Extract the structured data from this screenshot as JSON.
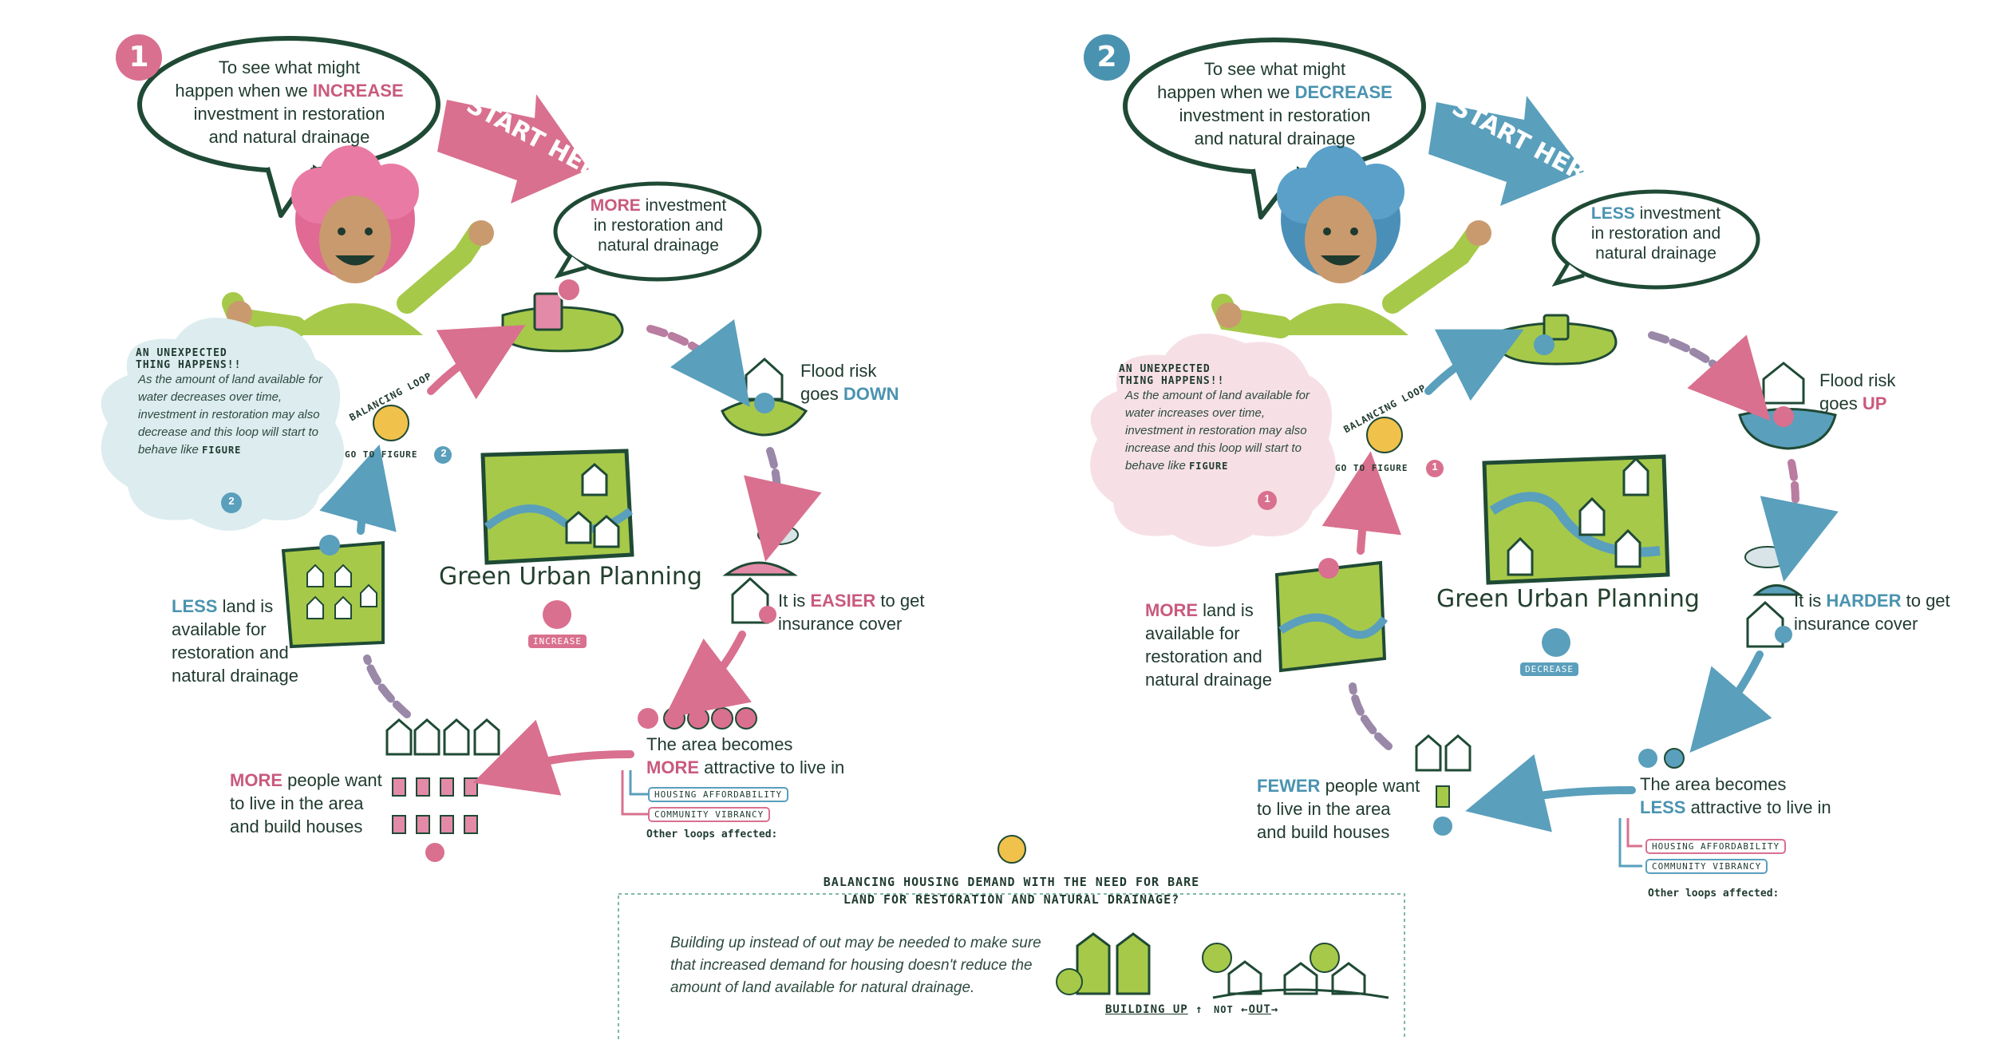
{
  "colors": {
    "pink": "#d9708f",
    "blue": "#5a9fbc",
    "green": "#a6c94a",
    "dark_green": "#1f4a35",
    "cloud_blue": "#dcecef",
    "cloud_pink": "#f6e0e6"
  },
  "panel1": {
    "number": "1",
    "speech": {
      "l1": "To see what might",
      "l2_pre": "happen when we",
      "l2_key": "INCREASE",
      "l3": "investment in restoration",
      "l4": "and natural drainage"
    },
    "start_label": "START HERE",
    "bubble2": {
      "key": "MORE",
      "l1_rest": "investment",
      "l2": "in restoration and",
      "l3": "natural drainage"
    },
    "flood": {
      "l1": "Flood risk",
      "l2_pre": "goes",
      "l2_key": "DOWN"
    },
    "insurance": {
      "l1_pre": "It is",
      "l1_key": "EASIER",
      "l1_post": "to get",
      "l2": "insurance cover"
    },
    "attractive": {
      "l1": "The area becomes",
      "l2_key": "MORE",
      "l2_post": "attractive to live in"
    },
    "tags": {
      "housing": "HOUSING AFFORDABILITY",
      "community": "COMMUNITY VIBRANCY",
      "other": "Other loops affected:"
    },
    "people": {
      "key": "MORE",
      "l1_post": "people want",
      "l2": "to live in the area",
      "l3": "and build houses"
    },
    "land": {
      "key": "LESS",
      "l1_post": "land is",
      "l2": "available for",
      "l3": "restoration and",
      "l4": "natural drainage"
    },
    "loop": {
      "label": "BALANCING LOOP",
      "goto": "GO TO FIGURE",
      "goto_num": "2"
    },
    "cloud": {
      "title1": "AN UNEXPECTED",
      "title2": "THING HAPPENS!!",
      "body": "As the amount of land available for water decreases over time, investment in restoration may also decrease and this loop will start to behave like",
      "figure_word": "FIGURE",
      "figure_num": "2"
    },
    "center": {
      "title": "Green Urban Planning",
      "badge": "INCREASE"
    }
  },
  "panel2": {
    "number": "2",
    "speech": {
      "l1": "To see what might",
      "l2_pre": "happen when we",
      "l2_key": "DECREASE",
      "l3": "investment in restoration",
      "l4": "and natural drainage"
    },
    "start_label": "START HERE",
    "bubble2": {
      "key": "LESS",
      "l1_rest": "investment",
      "l2": "in restoration and",
      "l3": "natural drainage"
    },
    "flood": {
      "l1": "Flood risk",
      "l2_pre": "goes",
      "l2_key": "UP"
    },
    "insurance": {
      "l1_pre": "It is",
      "l1_key": "HARDER",
      "l1_post": "to get",
      "l2": "insurance cover"
    },
    "attractive": {
      "l1": "The area becomes",
      "l2_key": "LESS",
      "l2_post": "attractive to live in"
    },
    "tags": {
      "housing": "HOUSING AFFORDABILITY",
      "community": "COMMUNITY VIBRANCY",
      "other": "Other loops affected:"
    },
    "people": {
      "key": "FEWER",
      "l1_post": "people want",
      "l2": "to live in the area",
      "l3": "and build houses"
    },
    "land": {
      "key": "MORE",
      "l1_post": "land is",
      "l2": "available for",
      "l3": "restoration and",
      "l4": "natural drainage"
    },
    "loop": {
      "label": "BALANCING LOOP",
      "goto": "GO TO FIGURE",
      "goto_num": "1"
    },
    "cloud": {
      "title1": "AN UNEXPECTED",
      "title2": "THING HAPPENS!!",
      "body": "As the amount of land available for water increases over time, investment in restoration may also increase and this loop will start to behave like",
      "figure_word": "FIGURE",
      "figure_num": "1"
    },
    "center": {
      "title": "Green Urban Planning",
      "badge": "DECREASE"
    }
  },
  "bottom": {
    "title1": "BALANCING HOUSING DEMAND WITH THE NEED FOR BARE",
    "title2": "LAND FOR RESTORATION AND NATURAL DRAINAGE?",
    "body": "Building up instead of out may be needed to make sure that increased demand for housing doesn't reduce the amount of land available for natural drainage.",
    "caption_up": "BUILDING UP",
    "caption_not": "NOT",
    "caption_out": "OUT"
  }
}
